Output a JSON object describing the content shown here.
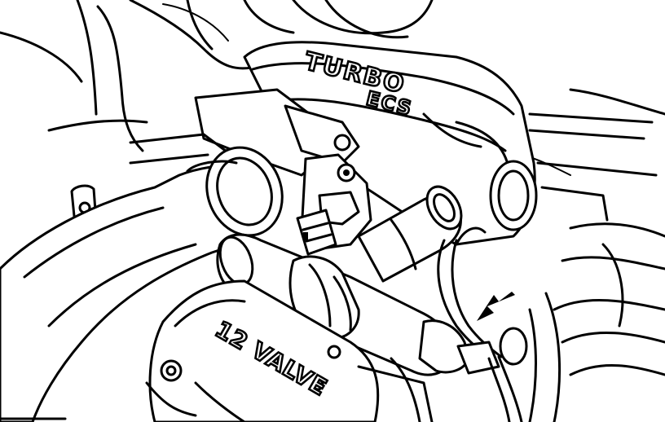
{
  "diagram": {
    "labels": {
      "cover_top": "TURBO",
      "cover_sub": "ECS",
      "engine_marking": "12 VALVE"
    },
    "colors": {
      "line": "#000000",
      "paper": "#ffffff"
    },
    "pointer": "arrow-icon"
  }
}
